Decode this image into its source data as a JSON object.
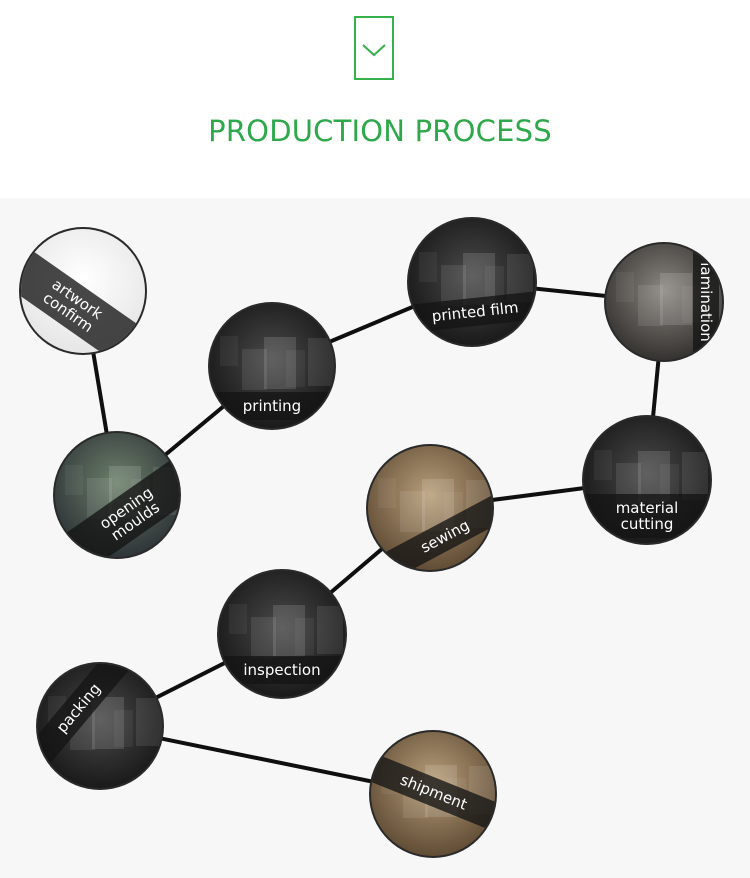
{
  "header": {
    "title": "PRODUCTION PROCESS",
    "icon": "chevron-down-icon"
  },
  "colors": {
    "accent": "#2ea84a",
    "connector": "#0f0f0f",
    "node_ring": "#2a2a2a",
    "label_band": "rgba(20,20,20,0.78)"
  },
  "steps": [
    {
      "id": "artwork-confirm",
      "label": [
        "artwork",
        "confirm"
      ]
    },
    {
      "id": "opening-moulds",
      "label": [
        "opening",
        "moulds"
      ]
    },
    {
      "id": "printing",
      "label": [
        "printing"
      ]
    },
    {
      "id": "printed-film",
      "label": [
        "printed film"
      ]
    },
    {
      "id": "lamination",
      "label": [
        "lamination"
      ]
    },
    {
      "id": "material-cutting",
      "label": [
        "material",
        "cutting"
      ]
    },
    {
      "id": "sewing",
      "label": [
        "sewing"
      ]
    },
    {
      "id": "inspection",
      "label": [
        "inspection"
      ]
    },
    {
      "id": "packing",
      "label": [
        "packing"
      ]
    },
    {
      "id": "shipment",
      "label": [
        "shipment"
      ]
    }
  ]
}
